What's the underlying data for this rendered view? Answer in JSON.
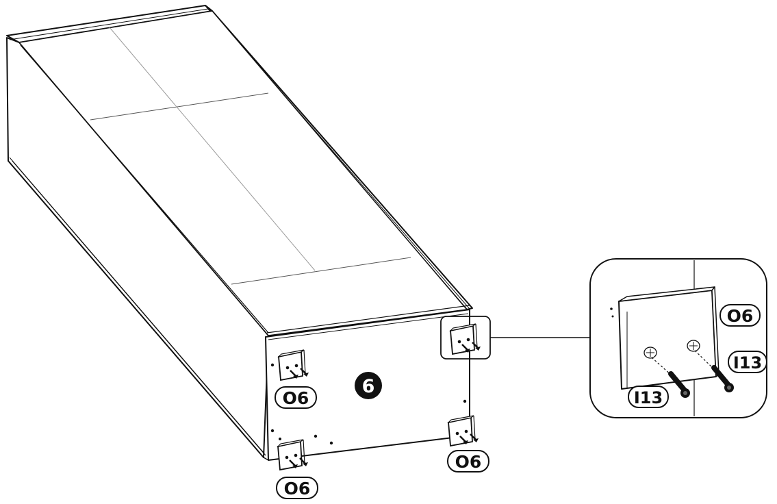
{
  "step": {
    "number": "6"
  },
  "parts": {
    "foot_label": "O6",
    "screw_label": "I13"
  },
  "callouts": {
    "foot_top_left": "O6",
    "foot_bottom_left": "O6",
    "foot_bottom_right": "O6",
    "detail_foot": "O6",
    "detail_screw_left": "I13",
    "detail_screw_right": "I13"
  },
  "colors": {
    "ink": "#111111",
    "paper": "#ffffff",
    "thin_line": "#9a9a9a"
  }
}
